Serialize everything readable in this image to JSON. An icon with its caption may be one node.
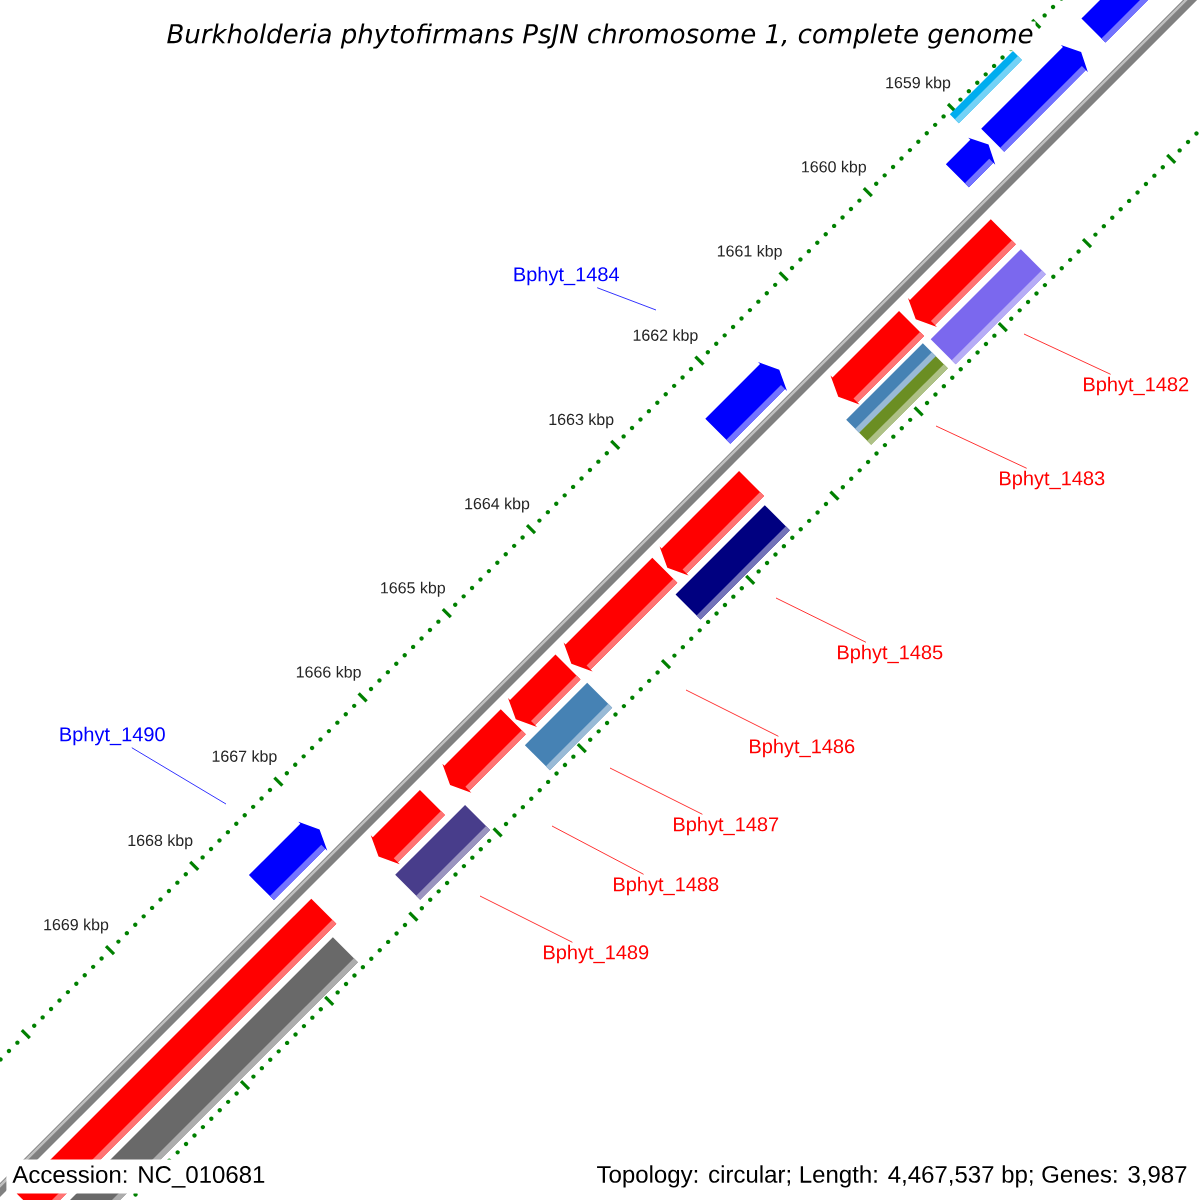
{
  "diagram": {
    "title": "Burkholderia phytofirmans PsJN chromosome 1, complete genome",
    "nodes": [
      {
        "text": [
          "Bphyt_1484"
        ]
      },
      {
        "text": [
          "Bphyt_1482"
        ]
      },
      {
        "text": [
          "Bphyt_1483"
        ]
      },
      {
        "text": [
          "Bphyt_1485"
        ]
      },
      {
        "text": [
          "Bphyt_1490"
        ]
      },
      {
        "text": [
          "Bphyt_1486"
        ]
      },
      {
        "text": [
          "Bphyt_1487"
        ]
      },
      {
        "text": [
          "Bphyt_1488"
        ]
      },
      {
        "text": [
          "Bphyt_1489"
        ]
      }
    ],
    "edges": [
      {
        "from": 0,
        "to": null,
        "arrow": "none",
        "color": "#0000ff"
      },
      {
        "from": 1,
        "to": null,
        "arrow": "none"
      },
      {
        "from": 2,
        "to": null,
        "arrow": "none"
      },
      {
        "from": 3,
        "to": null,
        "arrow": "none"
      },
      {
        "from": 4,
        "to": null,
        "arrow": "none",
        "color": "#0000ff"
      },
      {
        "from": 5,
        "to": null,
        "arrow": "none"
      },
      {
        "from": 6,
        "to": null,
        "arrow": "none"
      },
      {
        "from": 7,
        "to": null,
        "arrow": "none"
      },
      {
        "from": 8,
        "to": null,
        "arrow": "none"
      }
    ],
    "labels": [
      "1659 kbp",
      "1660 kbp",
      "1661 kbp",
      "1662 kbp",
      "1663 kbp",
      "1664 kbp",
      "1665 kbp",
      "1666 kbp",
      "1667 kbp",
      "1668 kbp",
      "1669 kbp",
      "Accession: NC_010681",
      "Topology: circular; Length: 4,467,537 bp; Genes: 3,987"
    ]
  }
}
